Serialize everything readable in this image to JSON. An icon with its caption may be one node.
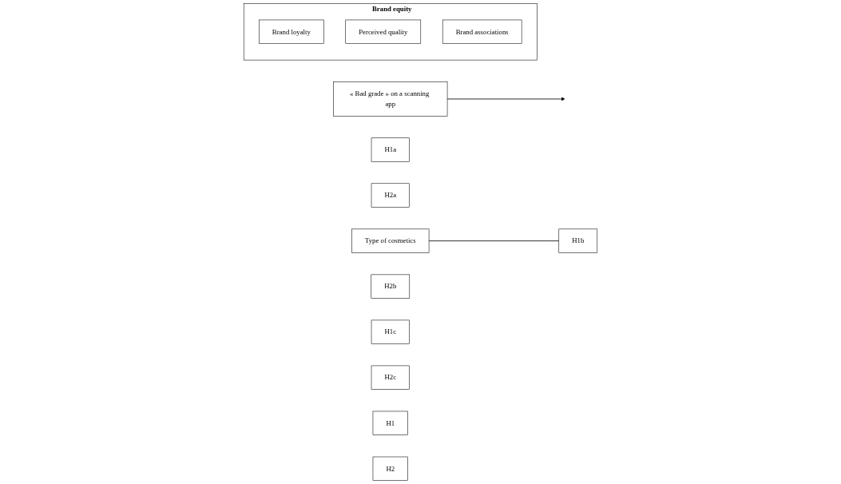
{
  "diagram": {
    "nodes": [
      {
        "text": [
          "« Bad grade » on a scanning app"
        ]
      },
      {
        "text": [
          "Brand equity"
        ]
      },
      {
        "text": [
          "H1a"
        ]
      },
      {
        "text": [
          "Brand loyalty"
        ],
        "in": 1
      },
      {
        "text": [
          "H2a"
        ]
      },
      {
        "text": [
          "Type of cosmetics"
        ]
      },
      {
        "text": [
          "H1b"
        ]
      },
      {
        "text": [
          "Perceived quality"
        ],
        "in": 1
      },
      {
        "text": [
          "H2b"
        ]
      },
      {
        "text": [
          "H1c"
        ]
      },
      {
        "text": [
          "Brand associations"
        ],
        "in": 1
      },
      {
        "text": [
          "H2c"
        ]
      },
      {
        "text": [
          "H1"
        ]
      },
      {
        "text": [
          "H2"
        ]
      }
    ],
    "edges": [
      {
        "from": 5,
        "to": 6,
        "arrow": "none"
      },
      {
        "from": 0,
        "to": null,
        "arrow": "to"
      }
    ]
  }
}
